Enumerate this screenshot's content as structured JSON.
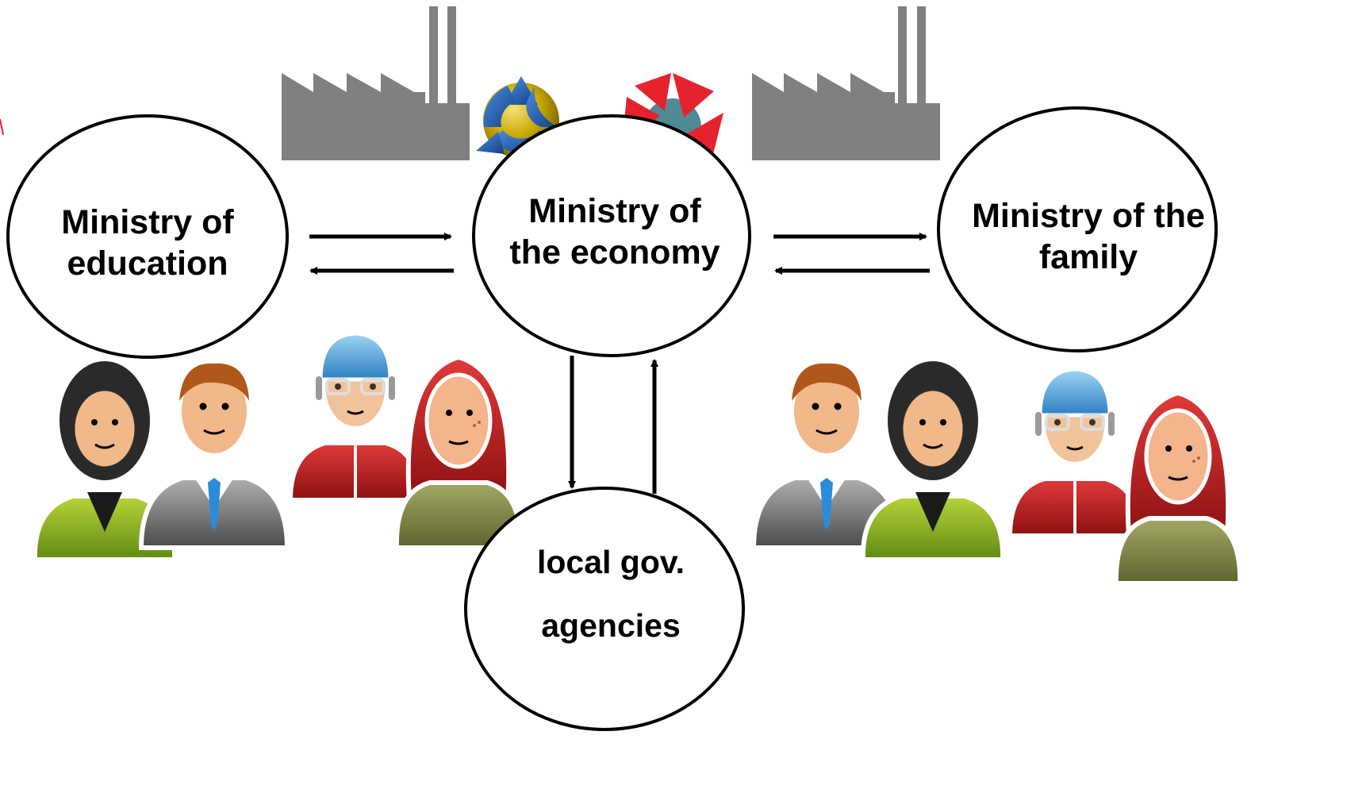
{
  "nodes": {
    "education": {
      "lines": [
        "Ministry of",
        "education"
      ]
    },
    "economy": {
      "lines": [
        "Ministry of",
        "the economy"
      ]
    },
    "family": {
      "lines": [
        "Ministry of the",
        "family"
      ]
    },
    "local": {
      "lines": [
        "local gov.",
        "agencies"
      ]
    }
  },
  "edges": [
    {
      "from": "education",
      "to": "economy"
    },
    {
      "from": "economy",
      "to": "education"
    },
    {
      "from": "economy",
      "to": "family"
    },
    {
      "from": "family",
      "to": "economy"
    },
    {
      "from": "economy",
      "to": "local"
    },
    {
      "from": "local",
      "to": "economy"
    }
  ],
  "icons": [
    "factory-icon-left",
    "factory-icon-right",
    "blue-yellow-logo-icon",
    "red-shutter-logo-icon",
    "people-group-left-icon",
    "people-group-center-icon",
    "people-group-right-icon"
  ],
  "colors": {
    "factory": "#808080",
    "logo_red": "#e5232e",
    "logo_blue": "#1f5fb0",
    "logo_yellow": "#e0c300",
    "outline": "#000000"
  }
}
